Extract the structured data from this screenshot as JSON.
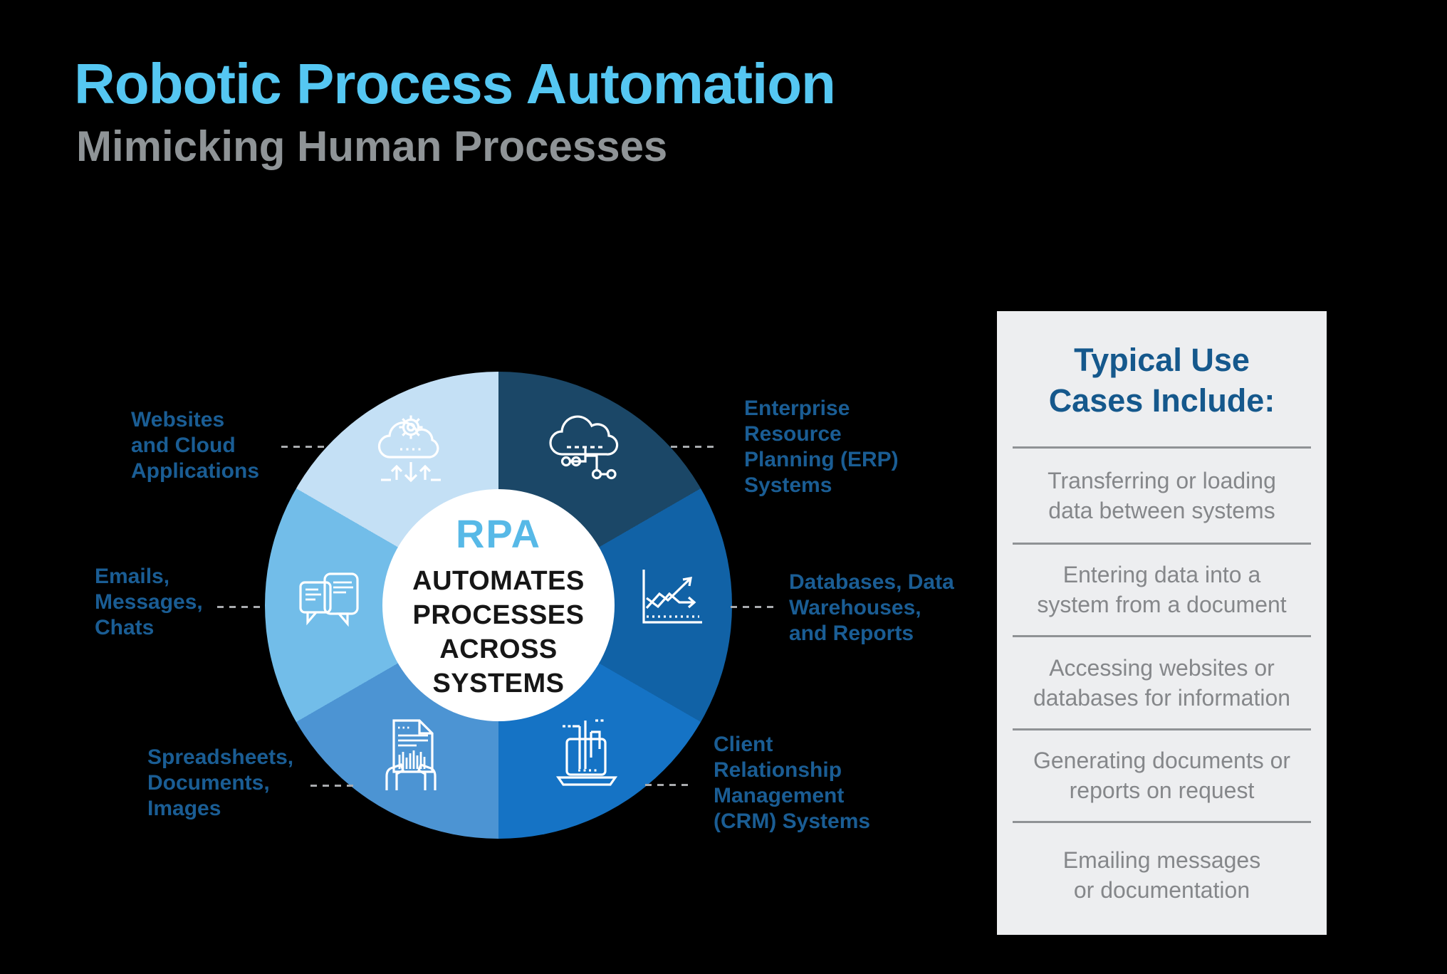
{
  "header": {
    "title": "Robotic Process Automation",
    "subtitle": "Mimicking Human Processes",
    "title_color": "#55c7f2",
    "subtitle_color": "#8f9497"
  },
  "diagram": {
    "center": {
      "acronym": "RPA",
      "acronym_color": "#57b9e7",
      "lines": [
        "AUTOMATES",
        "PROCESSES",
        "ACROSS",
        "SYSTEMS"
      ]
    },
    "label_color": "#1a5d94",
    "connector_color": "#a9abae",
    "segments": [
      {
        "name": "erp-systems",
        "position": "top-right",
        "color": "#1b4767",
        "icon": "cloud-network-icon"
      },
      {
        "name": "databases-warehouses",
        "position": "right",
        "color": "#1162a6",
        "icon": "chart-icon"
      },
      {
        "name": "crm-systems",
        "position": "bottom-right",
        "color": "#1573c5",
        "icon": "laptop-icon"
      },
      {
        "name": "spreadsheets-documents",
        "position": "bottom-left",
        "color": "#4c94d3",
        "icon": "document-hands-icon"
      },
      {
        "name": "emails-messages",
        "position": "left",
        "color": "#72bde9",
        "icon": "chat-bubbles-icon"
      },
      {
        "name": "websites-cloud",
        "position": "top-left",
        "color": "#c4e0f5",
        "icon": "cloud-gear-icon"
      }
    ],
    "labels": {
      "websites": {
        "lines": [
          "Websites",
          "and Cloud",
          "Applications"
        ]
      },
      "erp": {
        "lines": [
          "Enterprise",
          "Resource",
          "Planning (ERP)",
          "Systems"
        ]
      },
      "emails": {
        "lines": [
          "Emails,",
          "Messages,",
          "Chats"
        ]
      },
      "databases": {
        "lines": [
          "Databases, Data",
          "Warehouses,",
          "and Reports"
        ]
      },
      "spreadsheets": {
        "lines": [
          "Spreadsheets,",
          "Documents,",
          "Images"
        ]
      },
      "crm": {
        "lines": [
          "Client",
          "Relationship",
          "Management",
          "(CRM) Systems"
        ]
      }
    }
  },
  "panel": {
    "background": "#edeef0",
    "title_color": "#15588c",
    "text_color": "#85878a",
    "divider_color": "#8f9295",
    "title_lines": [
      "Typical Use",
      "Cases Include:"
    ],
    "items": [
      {
        "lines": [
          "Transferring or loading",
          "data between systems"
        ]
      },
      {
        "lines": [
          "Entering data into a",
          "system from a document"
        ]
      },
      {
        "lines": [
          "Accessing websites or",
          "databases for information"
        ]
      },
      {
        "lines": [
          "Generating documents or",
          "reports on request"
        ]
      },
      {
        "lines": [
          "Emailing messages",
          "or documentation"
        ]
      }
    ]
  }
}
